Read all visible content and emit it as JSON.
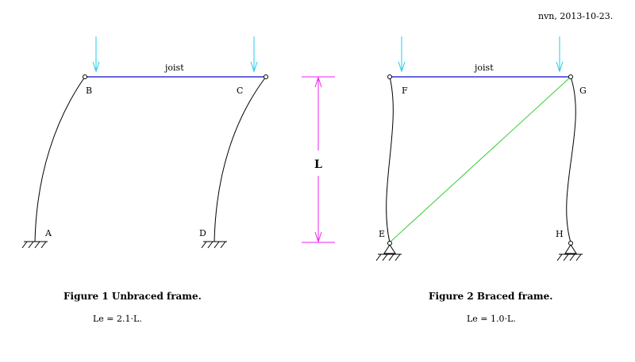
{
  "author_note": "nvn, 2013-10-23.",
  "length_label": "L",
  "colors": {
    "joist": "#3333cc",
    "load_arrow": "#22ccee",
    "dimension": "#ee22ee",
    "brace": "#33cc33",
    "member": "#000000"
  },
  "figure1": {
    "joist_label": "joist",
    "nodes": {
      "B": "B",
      "C": "C",
      "A": "A",
      "D": "D"
    },
    "caption": "Figure 1  Unbraced frame.",
    "formula": "Le = 2.1·L."
  },
  "figure2": {
    "joist_label": "joist",
    "nodes": {
      "F": "F",
      "G": "G",
      "E": "E",
      "H": "H"
    },
    "caption": "Figure 2  Braced frame.",
    "formula": "Le = 1.0·L."
  }
}
